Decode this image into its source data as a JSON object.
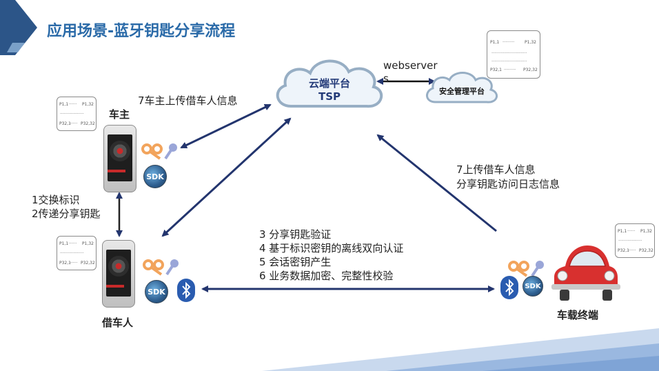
{
  "title": "应用场景-蓝牙钥匙分享流程",
  "nodes": {
    "cloud": {
      "line1": "云端平台",
      "line2": "TSP"
    },
    "webserver": {
      "line1": "webserver",
      "line2": "s"
    },
    "security": "安全管理平台",
    "owner": "车主",
    "borrower": "借车人",
    "vehicle": "车载终端",
    "sdk": "SDK"
  },
  "edges": {
    "owner_upload": "7车主上传借车人信息",
    "exchange1": "1交换标识",
    "exchange2": "2传递分享钥匙",
    "step3": "3 分享钥匙验证",
    "step4": "4 基于标识密钥的离线双向认证",
    "step5": "5 会话密钥产生",
    "step6": "6 业务数据加密、完整性校验",
    "vehicle_upload1": "7上传借车人信息",
    "vehicle_upload2": "分享钥匙访问日志信息"
  },
  "key_lists": {
    "top_left": "P1,1",
    "top_right": "P1,32",
    "bottom_left": "P32,1",
    "bottom_right": "P32,32"
  },
  "colors": {
    "title": "#2a6aa8",
    "arrow": "#23356e",
    "accent_blue": "#2a5cb0",
    "car_red": "#d8302f"
  }
}
